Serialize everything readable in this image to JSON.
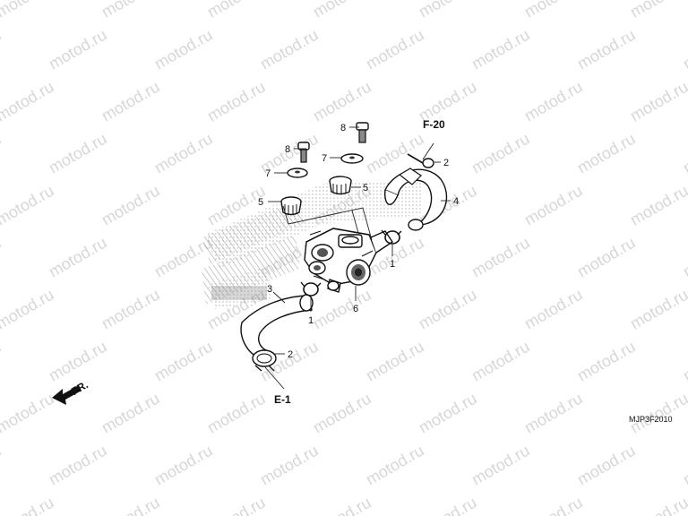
{
  "watermark": {
    "text": "motod.ru"
  },
  "diagram": {
    "code": "MJP3F2010",
    "front_label": "FR.",
    "refs": {
      "top": "F-20",
      "bottom": "E-1"
    },
    "callouts": [
      "8",
      "8",
      "7",
      "7",
      "5",
      "5",
      "2",
      "4",
      "1",
      "3",
      "1",
      "6",
      "2"
    ]
  }
}
